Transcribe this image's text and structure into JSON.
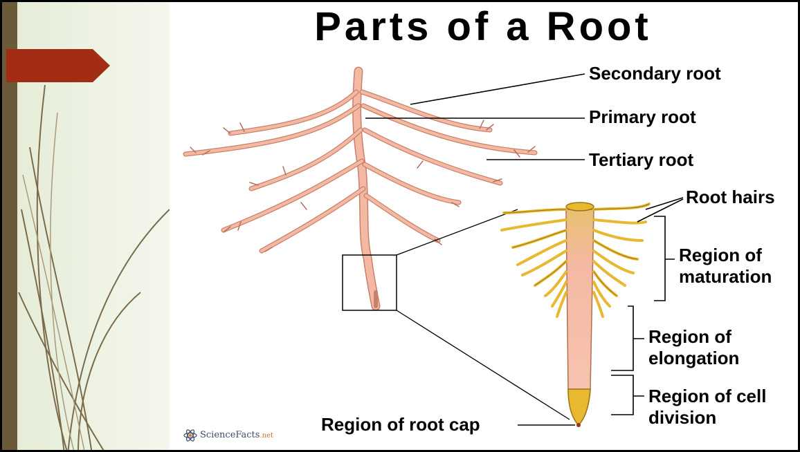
{
  "title": "Parts of a Root",
  "labels": {
    "secondary_root": "Secondary root",
    "primary_root": "Primary root",
    "tertiary_root": "Tertiary root",
    "root_hairs": "Root hairs",
    "region_maturation": [
      "Region of",
      "maturation"
    ],
    "region_elongation": [
      "Region of",
      "elongation"
    ],
    "region_cell_division": [
      "Region of cell",
      "division"
    ],
    "region_root_cap": "Region of root cap"
  },
  "brand": {
    "name": "ScienceFacts",
    "suffix": ".net"
  },
  "colors": {
    "root": "#f4b9a2",
    "root_outline": "#c8806a",
    "hairs": "#e8b830",
    "hairs_outline": "#9a7414",
    "accent_tab": "#a32d14"
  }
}
